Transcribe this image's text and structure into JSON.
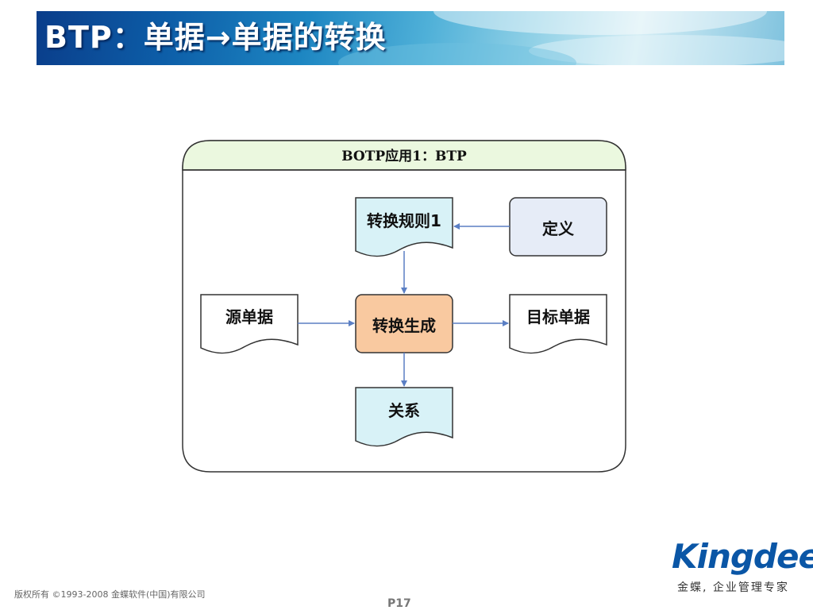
{
  "header": {
    "title": "BTP：单据→单据的转换"
  },
  "diagram": {
    "panel_title": "BOTP应用1：BTP",
    "nodes": {
      "rule": "转换规则1",
      "define": "定义",
      "source": "源单据",
      "generate": "转换生成",
      "target": "目标单据",
      "relation": "关系"
    }
  },
  "footer": {
    "copyright": "版权所有 ©1993-2008 金蝶软件(中国)有限公司",
    "page": "P17",
    "logo": "Kingdee",
    "tagline": "金蝶, 企业管理专家"
  },
  "colors": {
    "doc_fill": "#d8f2f7",
    "define_fill": "#e6ecf7",
    "generate_fill": "#f9c9a0",
    "panel_header": "#ebf8df",
    "arrow": "#5b7fc4"
  }
}
